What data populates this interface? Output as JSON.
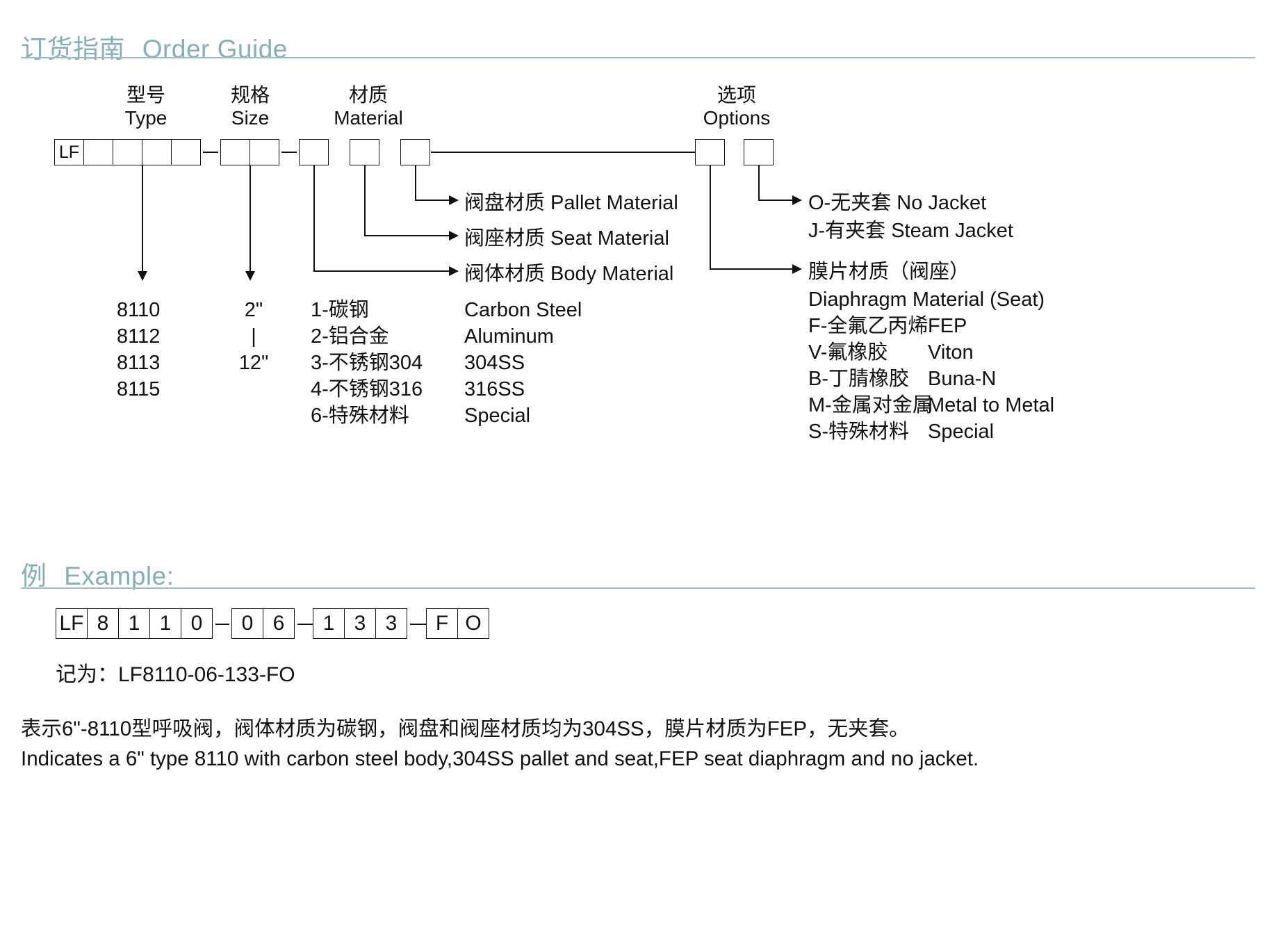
{
  "header": {
    "title_cn": "订货指南",
    "title_en": "Order Guide"
  },
  "groups": {
    "type": {
      "cn": "型号",
      "en": "Type"
    },
    "size": {
      "cn": "规格",
      "en": "Size"
    },
    "material": {
      "cn": "材质",
      "en": "Material"
    },
    "options": {
      "cn": "选项",
      "en": "Options"
    }
  },
  "code_template": {
    "prefix": "LF",
    "type_cells": [
      "LF",
      "",
      "",
      "",
      ""
    ],
    "size_cells": [
      "",
      ""
    ],
    "material_cells": [
      "",
      "",
      ""
    ],
    "option_cells": [
      "",
      ""
    ]
  },
  "callouts": {
    "pallet": "阀盘材质 Pallet Material",
    "seat": "阀座材质 Seat Material",
    "body": "阀体材质 Body Material",
    "jacket_no": "O-无夹套 No Jacket",
    "jacket_steam": "J-有夹套 Steam Jacket",
    "diaphragm_cn": "膜片材质（阀座）",
    "diaphragm_en": "Diaphragm Material (Seat)"
  },
  "lists": {
    "type_values": [
      "8110",
      "8112",
      "8113",
      "8115"
    ],
    "size_values": {
      "min": "2\"",
      "connector": "|",
      "max": "12\""
    },
    "material_codes": [
      "1-碳钢",
      "2-铝合金",
      "3-不锈钢304",
      "4-不锈钢316",
      "6-特殊材料"
    ],
    "material_names": [
      "Carbon Steel",
      "Aluminum",
      "304SS",
      "316SS",
      "Special"
    ],
    "diaphragm_codes": [
      "F-全氟乙丙烯",
      "V-氟橡胶",
      "B-丁腈橡胶",
      "M-金属对金属",
      "S-特殊材料"
    ],
    "diaphragm_names": [
      "FEP",
      "Viton",
      "Buna-N",
      "Metal to Metal",
      "Special"
    ]
  },
  "example": {
    "title_cn": "例",
    "title_en": "Example:",
    "cells_group1": [
      "LF",
      "8",
      "1",
      "1",
      "0"
    ],
    "cells_group2": [
      "0",
      "6"
    ],
    "cells_group3": [
      "1",
      "3",
      "3"
    ],
    "cells_group4": [
      "F",
      "O"
    ],
    "note": "记为：LF8110-06-133-FO",
    "desc_cn": "表示6\"-8110型呼吸阀，阀体材质为碳钢，阀盘和阀座材质均为304SS，膜片材质为FEP，无夹套。",
    "desc_en": "Indicates a 6\" type 8110 with carbon steel body,304SS pallet and seat,FEP seat diaphragm and no jacket."
  },
  "colors": {
    "accent": "#85b0b5",
    "rule": "#9cbfc4",
    "ink": "#111111"
  }
}
